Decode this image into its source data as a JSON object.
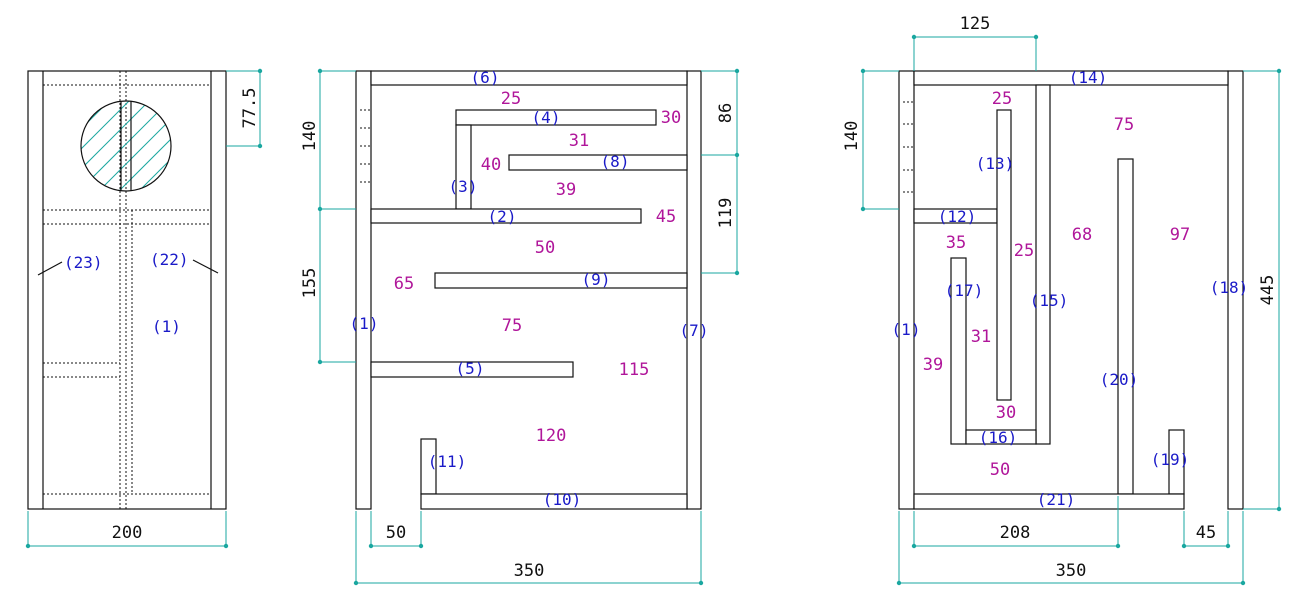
{
  "colors": {
    "dimension": "#1aa7a0",
    "part_label": "#1a1ac8",
    "cell_label": "#b0169a",
    "line": "#111111"
  },
  "front": {
    "labels": {
      "p23": "(23)",
      "p22": "(22)",
      "p1": "(1)"
    },
    "dims": {
      "width": "200",
      "top": "77.5"
    }
  },
  "side_a": {
    "parts": {
      "p6": "(6)",
      "p4": "(4)",
      "p8": "(8)",
      "p3": "(3)",
      "p2": "(2)",
      "p9": "(9)",
      "p1": "(1)",
      "p7": "(7)",
      "p5": "(5)",
      "p11": "(11)",
      "p10": "(10)"
    },
    "cells": {
      "n25": "25",
      "n30": "30",
      "n31": "31",
      "n40": "40",
      "n39": "39",
      "n45": "45",
      "n50": "50",
      "n65": "65",
      "n75": "75",
      "n115": "115",
      "n120": "120"
    },
    "dims": {
      "left_top": "140",
      "left_mid": "155",
      "right_top": "86",
      "right_mid": "119",
      "bottom_small": "50",
      "bottom_total": "350"
    }
  },
  "side_b": {
    "parts": {
      "p14": "(14)",
      "p13": "(13)",
      "p12": "(12)",
      "p17": "(17)",
      "p15": "(15)",
      "p1": "(1)",
      "p18": "(18)",
      "p20": "(20)",
      "p16": "(16)",
      "p19": "(19)",
      "p21": "(21)"
    },
    "cells": {
      "n25a": "25",
      "n75": "75",
      "n35": "35",
      "n25b": "25",
      "n68": "68",
      "n97": "97",
      "n31": "31",
      "n39": "39",
      "n30": "30",
      "n50": "50"
    },
    "dims": {
      "top": "125",
      "left_top": "140",
      "right_total": "445",
      "bottom_mid": "208",
      "bottom_small": "45",
      "bottom_total": "350"
    }
  }
}
